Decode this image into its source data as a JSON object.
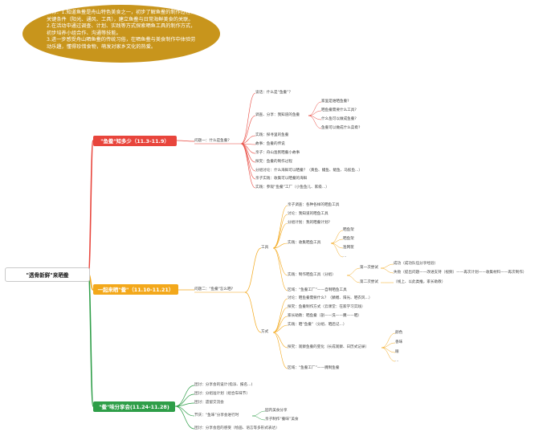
{
  "goals": [
    "目标：1.知道鱼鲞是舟山特色美食之一，初步了解鱼鲞的制作过程和关键条件（阳光、通风、工具），建立鱼鲞与日常海鲜美食的关联。",
    "2.在活动中通过调查、计划、实践等方式探索晒鱼工具的制作方式，初步培养小组合作、沟通等技能。",
    "3.进一步感受舟山晒鱼鲞的传统习俗，在晒鱼鲞与美食制作中体验劳动乐趣，懂得珍惜食物，萌发对家乡文化的热爱。"
  ],
  "root": "\"透骨新鲜\"来晒鲞",
  "colors": {
    "red": "#e8453c",
    "orange": "#f3a81b",
    "green": "#2e9e48",
    "goal": "#c8951c"
  },
  "branches": {
    "b1": {
      "label": "\"鱼鲞\"知多少（11.3-11.9）",
      "question": "问题一：什么是鱼鲞?",
      "items": [
        "谈话：什么是“鱼鲞”？",
        "调查、分享：我知道的鱼鲞",
        "实践：探寻里的鱼鲞",
        "故事：鱼鲞的传说",
        "亲子：舟山渔民晒鲞小故事",
        "探究：鱼鲞的制作过程",
        "分组讨论：什么海鲜可以晒鲞？（黄鱼、鳗鱼、鲳鱼、马鲛鱼...）",
        "亲子实践：收集可以晒鲞的海鲜",
        "实践：参观“鱼鲞”工厂（小鱼鱼儿、家级...）"
      ],
      "sub": [
        "家里是谁晒鱼鲞?",
        "晒鱼鲞需要什么工具?",
        "什么鱼可以做成鱼鲞?",
        "鱼鲞可以做成什么菜肴?"
      ]
    },
    "b2": {
      "label": "一起来晒\"鲞\"（11.10-11.21）",
      "question": "问题二：\"鱼鲞\"怎么晒?",
      "tools": "工具",
      "tools_items": [
        "亲子调查：各种各样的晒鱼工具",
        "讨论：我知道的晒鱼工具",
        "分组计划：我的晒鲞计划?",
        "实践：收集晒鱼工具",
        "实践：制作晒鱼工具（分组）",
        "区域：“鱼鲞工厂”——自制晒鱼工具"
      ],
      "collect": [
        "晒鱼架",
        "晒鱼架",
        "渔网筐",
        "..."
      ],
      "attempt1": "第一次尝试",
      "attempt2": "第二次尝试",
      "results": [
        "成功（成功队伍分享经验）",
        "失败（提出问题——改进支持（视频）——再次计划——收集材料——再次制作）",
        "（线上、以此类推，家长助教）"
      ],
      "method": "方式",
      "method_items": [
        "讨论：晒鱼鲞需要什么？（鳞鳍、阳光、晒衣风...）",
        "探究：鱼鲞制作方式（云课堂：在家学习实践）",
        "家长助教：晒鱼鲞（剖——洗——腌——晒）",
        "实践：晒“鱼鲞”（分组、晒后记...）",
        "探究：观察鱼鲞的变化（长成观察、日历式记录）",
        "区域：“鱼鲞工厂”——腌制鱼鲞"
      ],
      "observe": [
        "颜色",
        "香味",
        "眼",
        "..."
      ]
    },
    "b3": {
      "label": "\"鲞\"味分享会(11.24-11.28)",
      "items": [
        "团讨：分享会的设计(指派、报名...)",
        "团讨：分组准计划（组合车味节）",
        "团讨：遗留交流会",
        "节庆：“鱼味”分享会进行时",
        "团讨：分享会后的感受（绘画、语言等多形式表达）"
      ],
      "sub": [
        "园内美食分享",
        "亲子制作“鲞味”美食"
      ]
    }
  }
}
